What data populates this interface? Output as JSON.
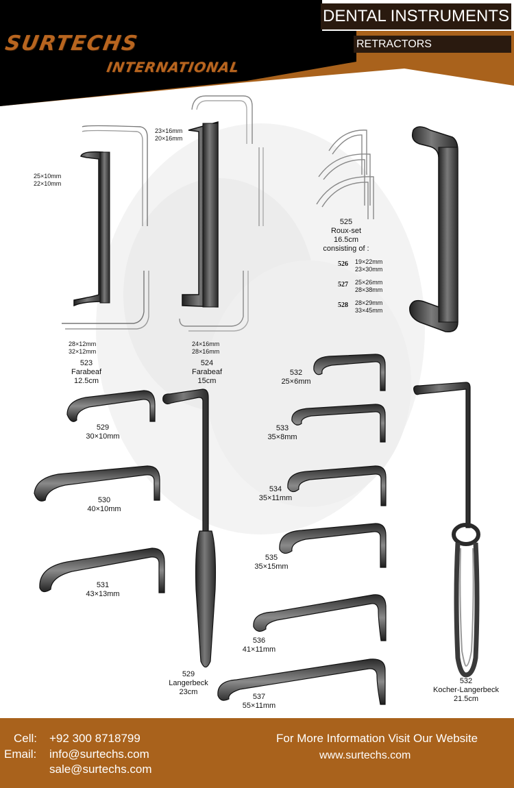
{
  "header": {
    "brand_line1": "SURTECHS",
    "brand_line2": "INTERNATIONAL",
    "title": "DENTAL INSTRUMENTS",
    "subtitle": "RETRACTORS"
  },
  "items": {
    "i523": {
      "sizeA": "25×10mm",
      "sizeB": "22×10mm",
      "sizeC": "28×12mm",
      "sizeD": "32×12mm",
      "num": "523",
      "name": "Farabeaf",
      "len": "12.5cm"
    },
    "i524": {
      "sizeA": "23×16mm",
      "sizeB": "20×16mm",
      "sizeC": "24×16mm",
      "sizeD": "28×16mm",
      "num": "524",
      "name": "Farabeaf",
      "len": "15cm"
    },
    "i525": {
      "num": "525",
      "name": "Roux-set",
      "len": "16.5cm",
      "note": "consisting of :",
      "parts": [
        {
          "num": "526",
          "s1": "19×22mm",
          "s2": "23×30mm"
        },
        {
          "num": "527",
          "s1": "25×26mm",
          "s2": "28×38mm"
        },
        {
          "num": "528",
          "s1": "28×29mm",
          "s2": "33×45mm"
        }
      ]
    },
    "i529a": {
      "num": "529",
      "size": "30×10mm"
    },
    "i530": {
      "num": "530",
      "size": "40×10mm"
    },
    "i531": {
      "num": "531",
      "size": "43×13mm"
    },
    "i529b": {
      "num": "529",
      "name": "Langerbeck",
      "len": "23cm"
    },
    "i532a": {
      "num": "532",
      "size": "25×6mm"
    },
    "i533": {
      "num": "533",
      "size": "35×8mm"
    },
    "i534": {
      "num": "534",
      "size": "35×11mm"
    },
    "i535": {
      "num": "535",
      "size": "35×15mm"
    },
    "i536": {
      "num": "536",
      "size": "41×11mm"
    },
    "i537": {
      "num": "537",
      "size": "55×11mm"
    },
    "i532b": {
      "num": "532",
      "name": "Kocher-Langerbeck",
      "len": "21.5cm"
    }
  },
  "footer": {
    "cell_label": "Cell:",
    "cell": "+92 300 8718799",
    "email_label": "Email:",
    "email1": "info@surtechs.com",
    "email2": "sale@surtechs.com",
    "info": "For More Information Visit Our Website",
    "website": "www.surtechs.com"
  },
  "colors": {
    "brand_orange": "#a9621c",
    "header_dark": "#2a1a0f",
    "metal": "#3a3a3a"
  }
}
